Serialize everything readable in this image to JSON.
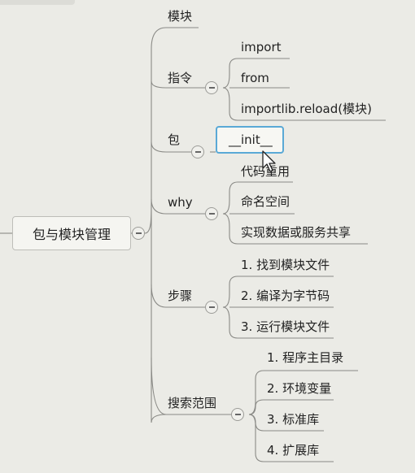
{
  "mindmap": {
    "root": "包与模块管理",
    "branches": [
      {
        "label": "模块",
        "children": []
      },
      {
        "label": "指令",
        "children": [
          "import",
          "from",
          "importlib.reload(模块)"
        ]
      },
      {
        "label": "包",
        "children": [
          "__init__"
        ]
      },
      {
        "label": "why",
        "children": [
          "代码重用",
          "命名空间",
          "实现数据或服务共享"
        ]
      },
      {
        "label": "步骤",
        "children": [
          "1. 找到模块文件",
          "2. 编译为字节码",
          "3. 运行模块文件"
        ]
      },
      {
        "label": "搜索范围",
        "children": [
          "1. 程序主目录",
          "2. 环境变量",
          "3. 标准库",
          "4. 扩展库"
        ]
      }
    ],
    "selected_node": "__init__"
  }
}
